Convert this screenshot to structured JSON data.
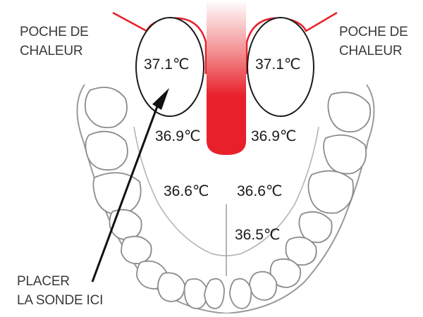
{
  "labels": {
    "heat_pocket_left": [
      "POCHE DE",
      "CHALEUR"
    ],
    "heat_pocket_right": [
      "POCHE DE",
      "CHALEUR"
    ],
    "probe_instruction": [
      "PLACER",
      "LA SONDE ICI"
    ]
  },
  "temperatures": {
    "pocket_left": "37.1℃",
    "pocket_right": "37.1℃",
    "left_upper": "36.9℃",
    "right_upper": "36.9℃",
    "left_mid": "36.6℃",
    "right_mid": "36.6℃",
    "center_front": "36.5℃"
  },
  "colors": {
    "heat": "#e8202a",
    "outline": "#1a1a1a",
    "teeth": "#8c8c8c",
    "text": "#3a3a3a"
  },
  "icons": {
    "arrow": "arrow-icon"
  }
}
